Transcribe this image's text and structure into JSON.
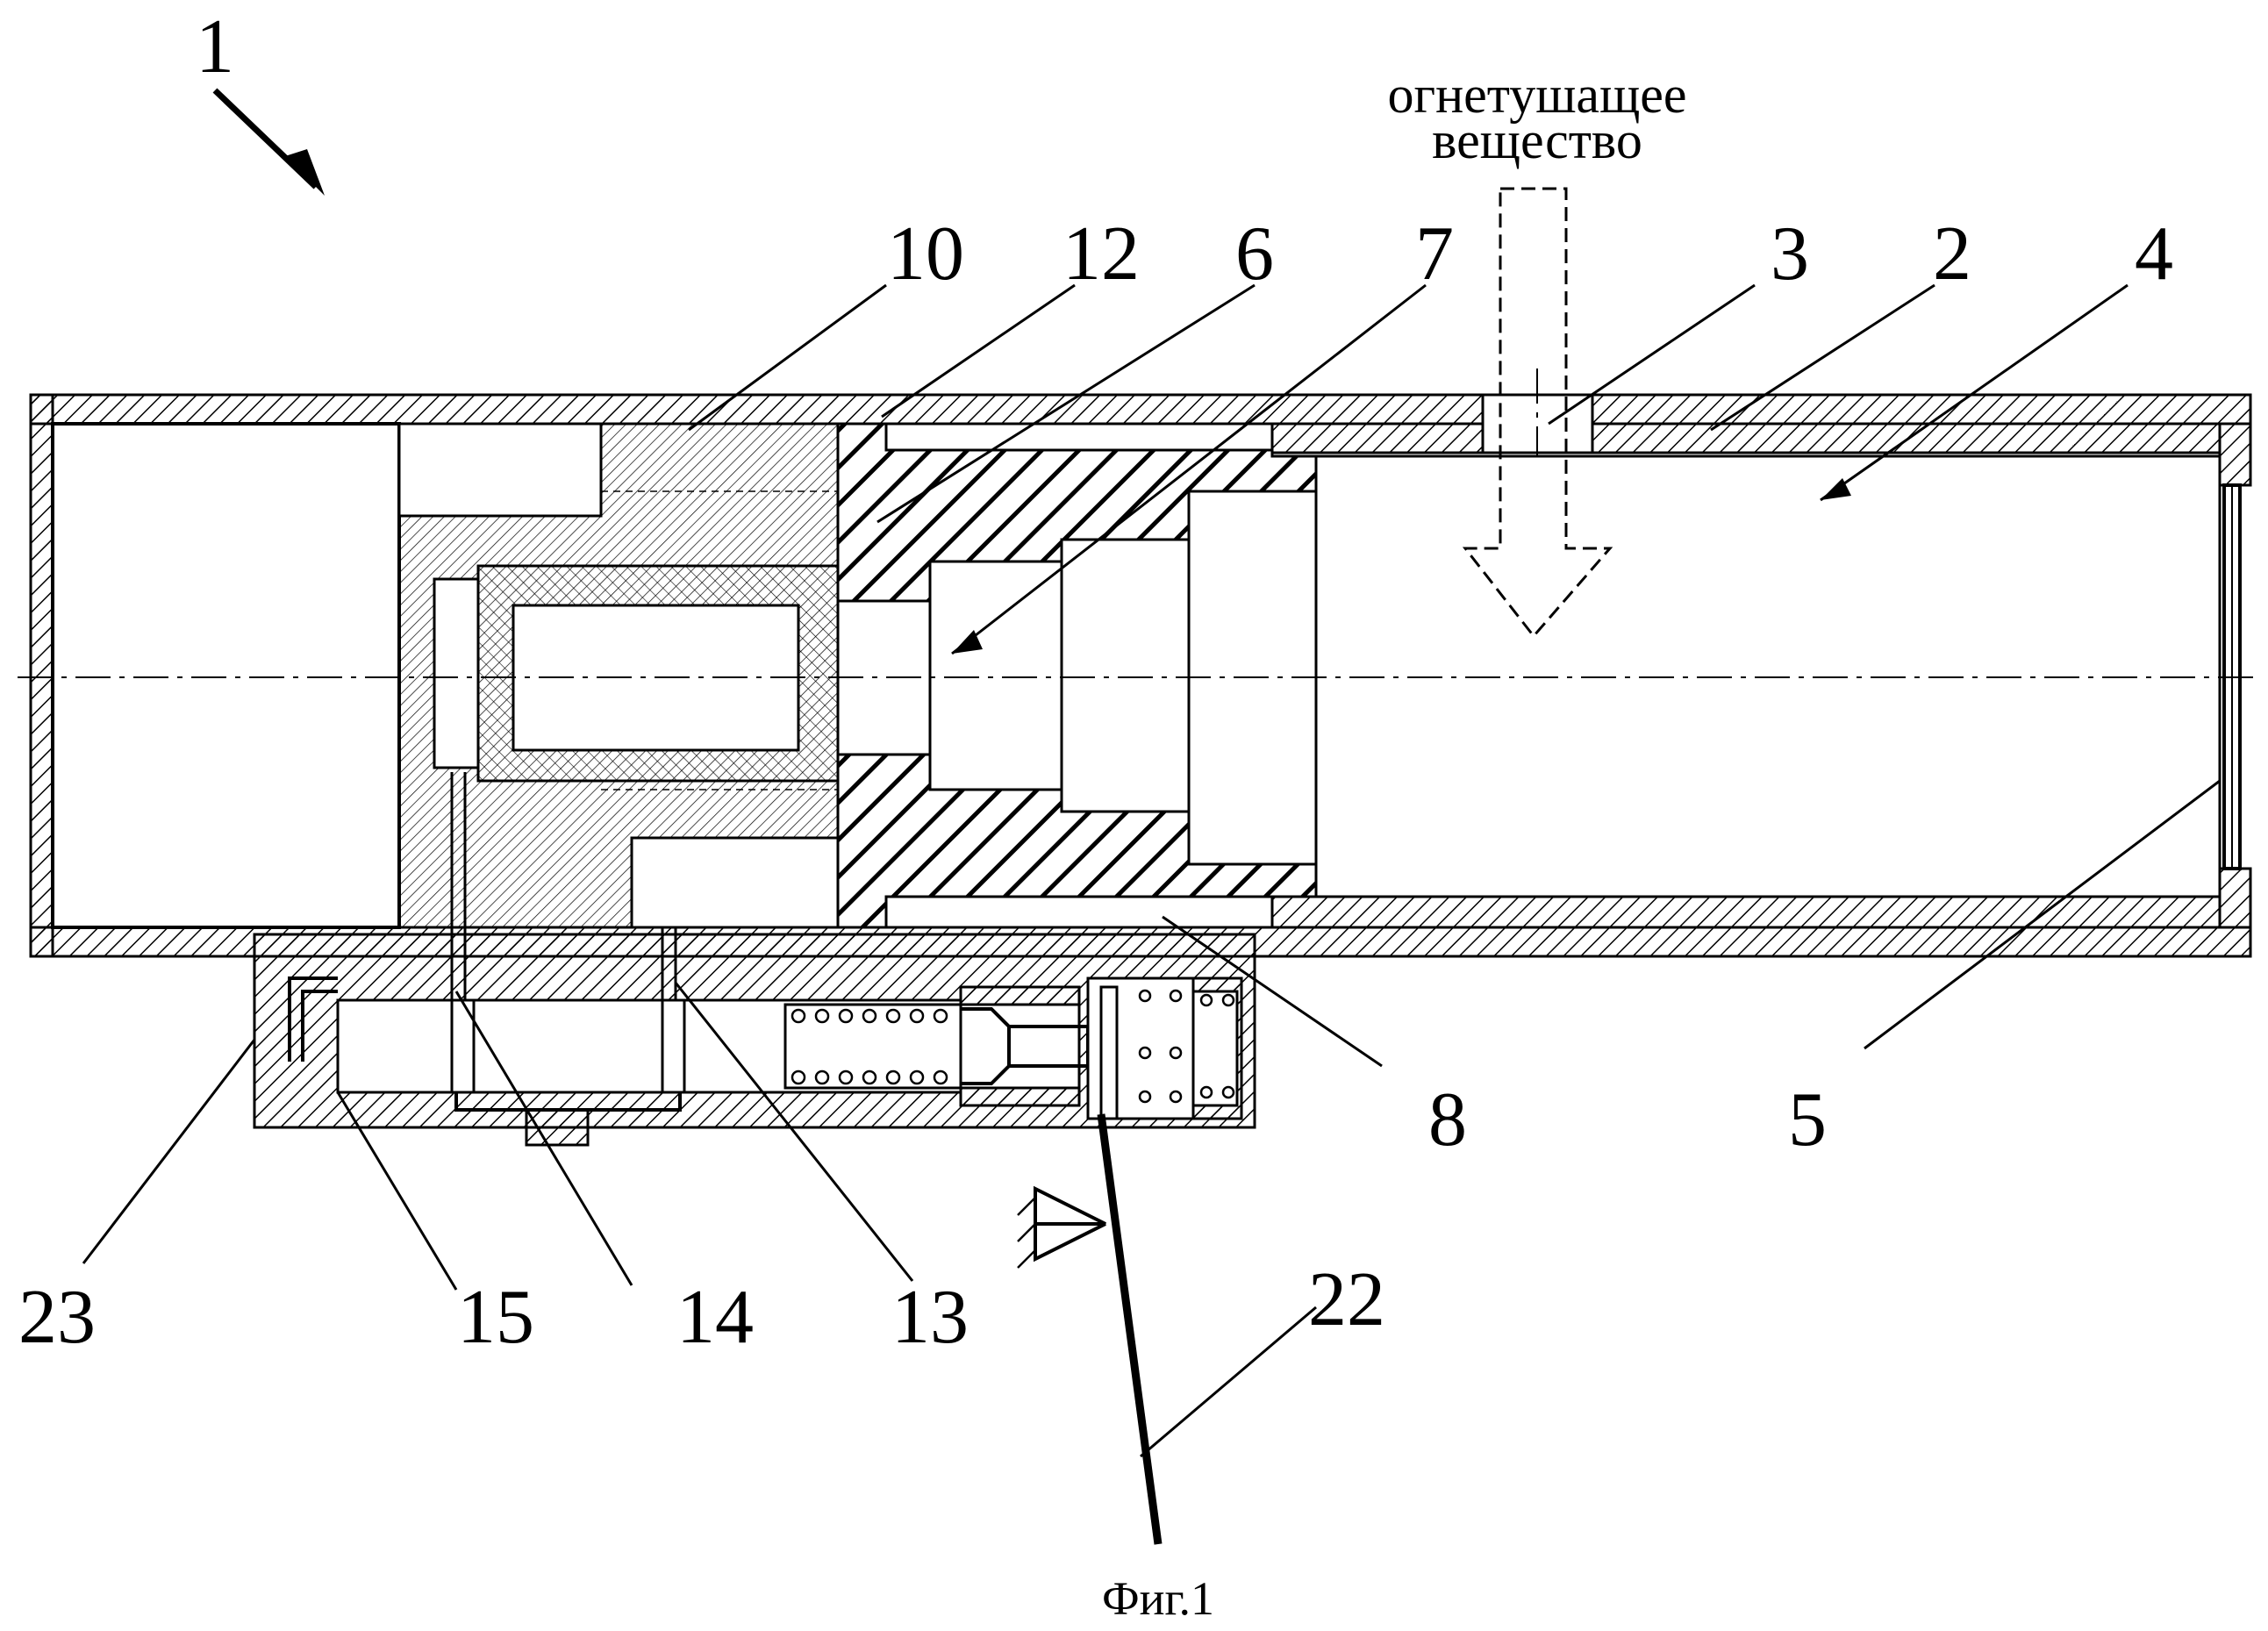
{
  "figure": {
    "caption": "Фиг.1",
    "flow_label": [
      "огнетушащее",
      "вещество"
    ]
  },
  "callouts": [
    {
      "id": "1",
      "text": "1"
    },
    {
      "id": "10",
      "text": "10"
    },
    {
      "id": "12",
      "text": "12"
    },
    {
      "id": "6",
      "text": "6"
    },
    {
      "id": "7",
      "text": "7"
    },
    {
      "id": "3",
      "text": "3"
    },
    {
      "id": "2",
      "text": "2"
    },
    {
      "id": "4",
      "text": "4"
    },
    {
      "id": "8",
      "text": "8"
    },
    {
      "id": "5",
      "text": "5"
    },
    {
      "id": "23",
      "text": "23"
    },
    {
      "id": "15",
      "text": "15"
    },
    {
      "id": "14",
      "text": "14"
    },
    {
      "id": "13",
      "text": "13"
    },
    {
      "id": "22",
      "text": "22"
    }
  ]
}
